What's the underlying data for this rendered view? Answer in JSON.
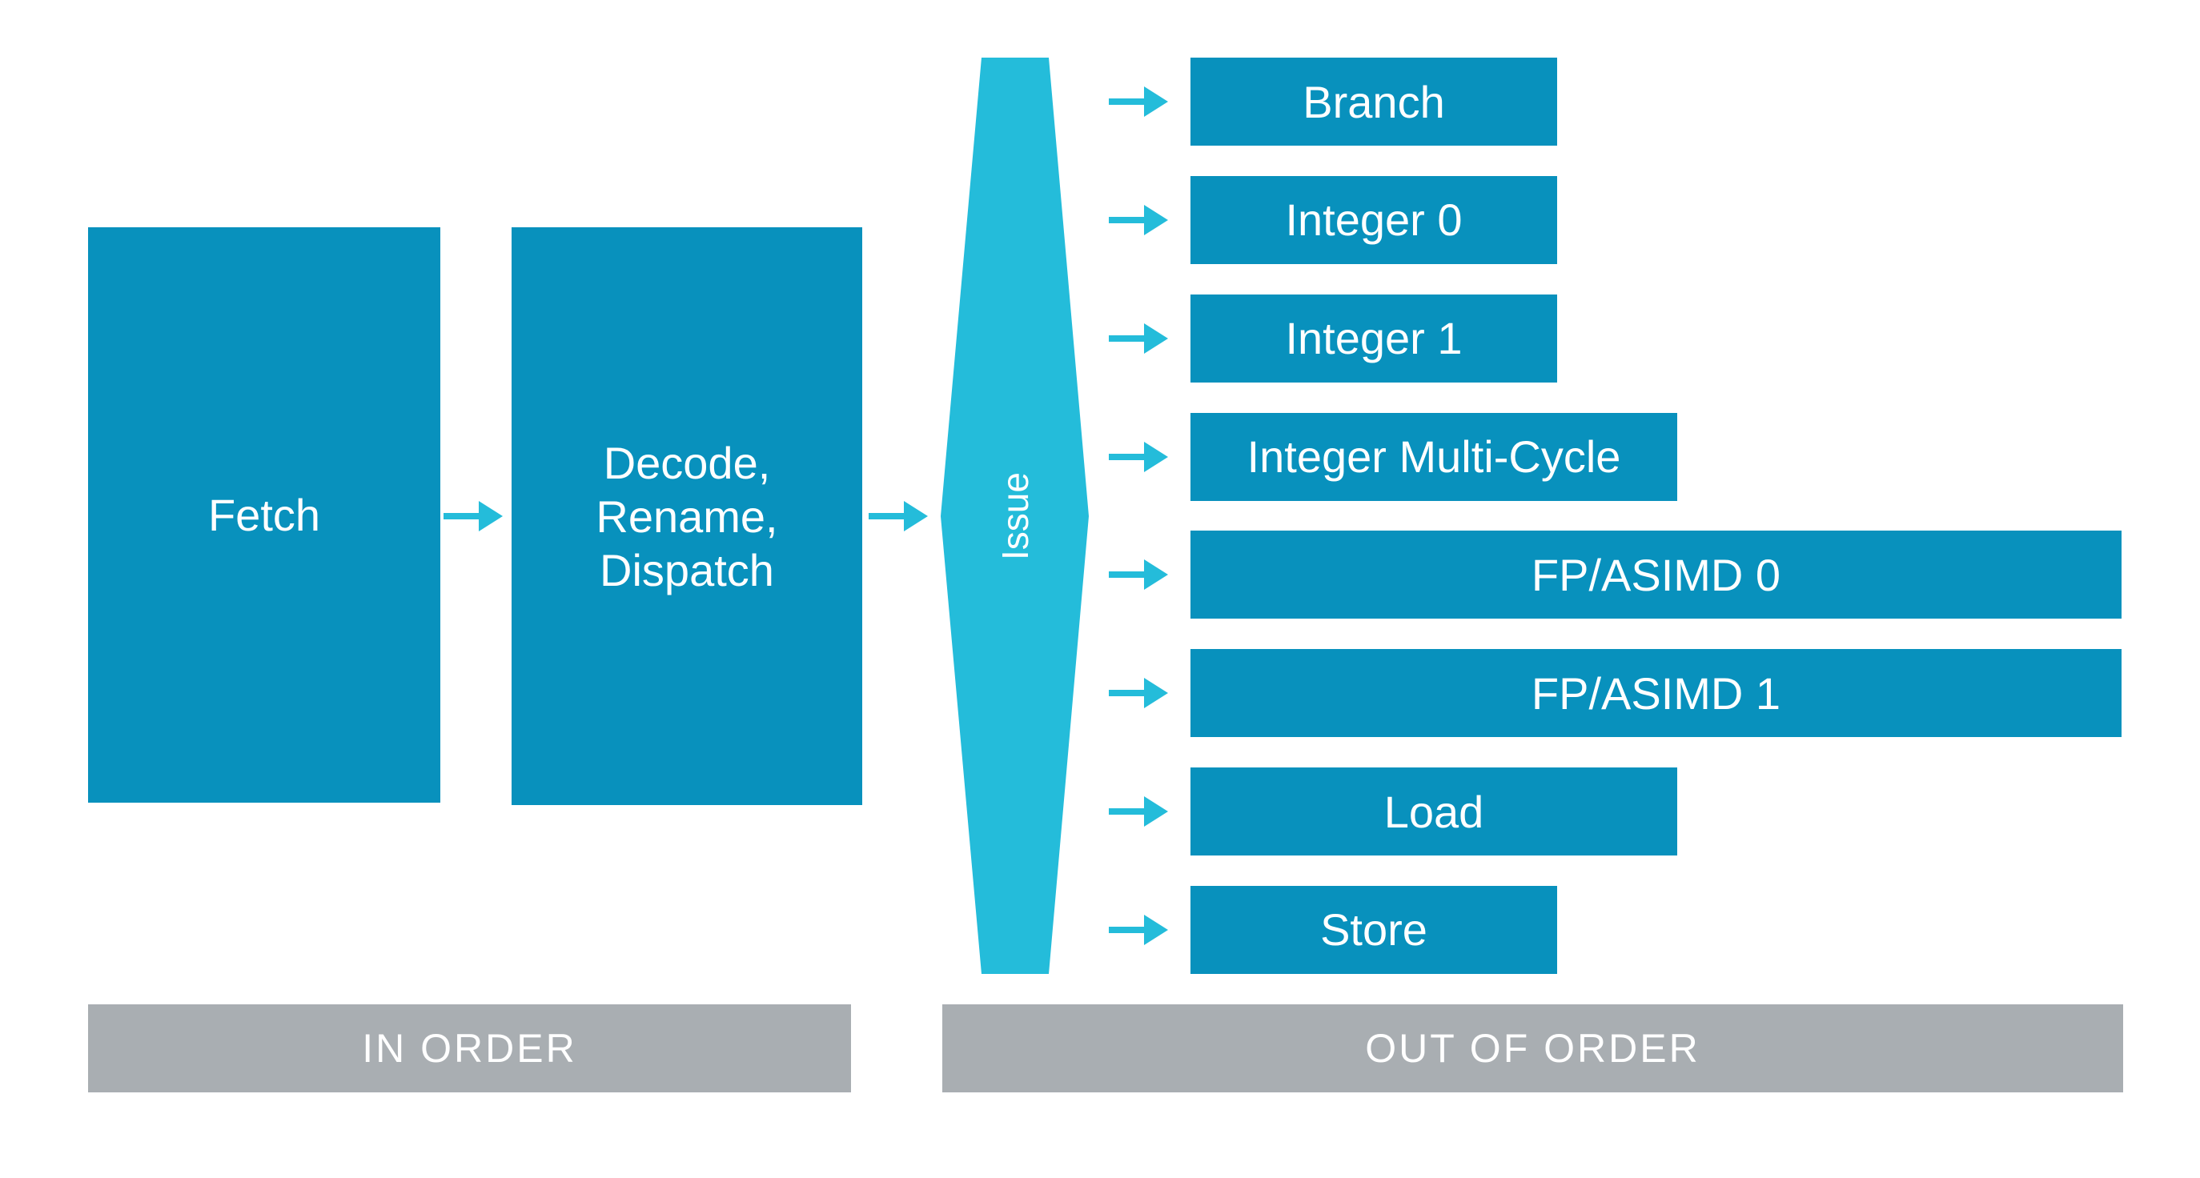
{
  "fetch": {
    "label": "Fetch"
  },
  "decode": {
    "lines": [
      "Decode,",
      "Rename,",
      "Dispatch"
    ]
  },
  "issue": {
    "label": "Issue"
  },
  "execution_units": [
    {
      "label": "Branch"
    },
    {
      "label": "Integer 0"
    },
    {
      "label": "Integer 1"
    },
    {
      "label": "Integer Multi-Cycle"
    },
    {
      "label": "FP/ASIMD 0"
    },
    {
      "label": "FP/ASIMD 1"
    },
    {
      "label": "Load"
    },
    {
      "label": "Store"
    }
  ],
  "banners": {
    "in_order": "IN ORDER",
    "out_of_order": "OUT OF ORDER"
  },
  "colors": {
    "stage_box": "#0891BD",
    "accent_cyan": "#24BCDA",
    "banner_gray": "#A9AEB2",
    "text": "#FFFFFF",
    "background": "#FFFFFF"
  }
}
